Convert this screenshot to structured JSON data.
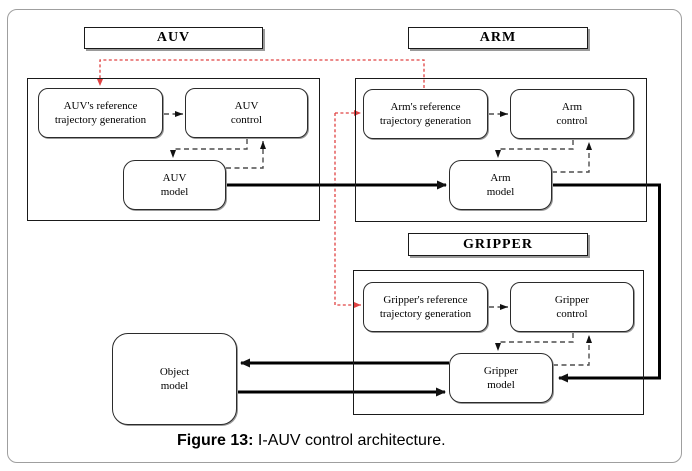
{
  "figure": {
    "caption": {
      "prefix": "Figure 13:",
      "text": " I-AUV control architecture."
    }
  },
  "sections": {
    "auv": {
      "title": "AUV",
      "ref": "AUV's reference\ntrajectory generation",
      "control": "AUV\ncontrol",
      "model": "AUV\nmodel"
    },
    "arm": {
      "title": "ARM",
      "ref": "Arm's reference\ntrajectory generation",
      "control": "Arm\ncontrol",
      "model": "Arm\nmodel"
    },
    "gripper": {
      "title": "GRIPPER",
      "ref": "Gripper's reference\ntrajectory generation",
      "control": "Gripper\ncontrol",
      "model": "Gripper\nmodel"
    }
  },
  "object_model": "Object\nmodel",
  "colors": {
    "reference_signal_red": "#e04343",
    "feedback_dash_gray": "#4d4d4d",
    "signal_black": "#111111",
    "outer_border_gray": "#9f9f9f"
  }
}
